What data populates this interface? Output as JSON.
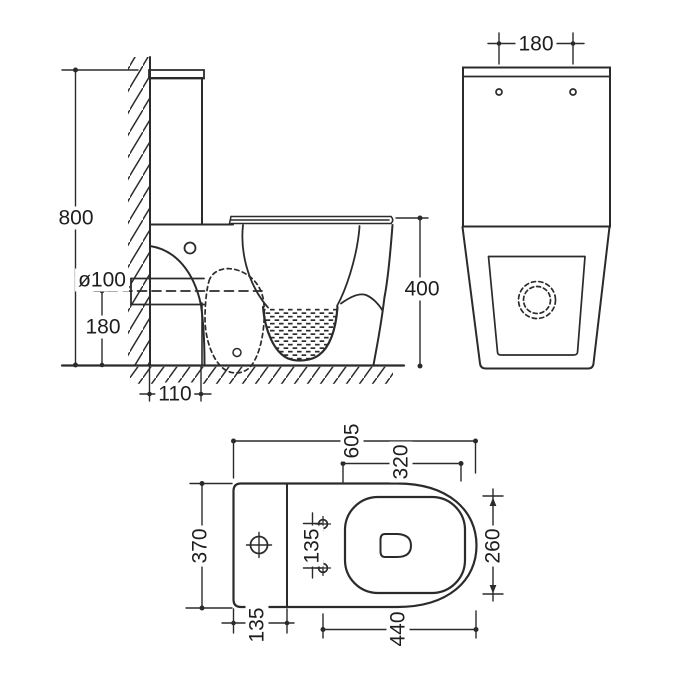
{
  "drawing": {
    "type": "technical-drawing",
    "subject": "two-piece close-coupled toilet dimension drawing",
    "units": "mm",
    "colors": {
      "line": "#2b2b2b",
      "text": "#1e1e1e",
      "background": "#ffffff"
    },
    "side_view": {
      "overall_height": "800",
      "outlet_diameter": "ø100",
      "outlet_center_height": "180",
      "outlet_wall_offset": "110",
      "rim_height": "400"
    },
    "front_view": {
      "tank_hole_spacing": "180"
    },
    "top_view": {
      "overall_length": "605",
      "seat_opening_length": "320",
      "overall_width": "370",
      "tank_front_offset": "135",
      "hinge_hole_spacing": "135",
      "seat_opening_width": "260",
      "hinge_to_front": "440"
    }
  }
}
